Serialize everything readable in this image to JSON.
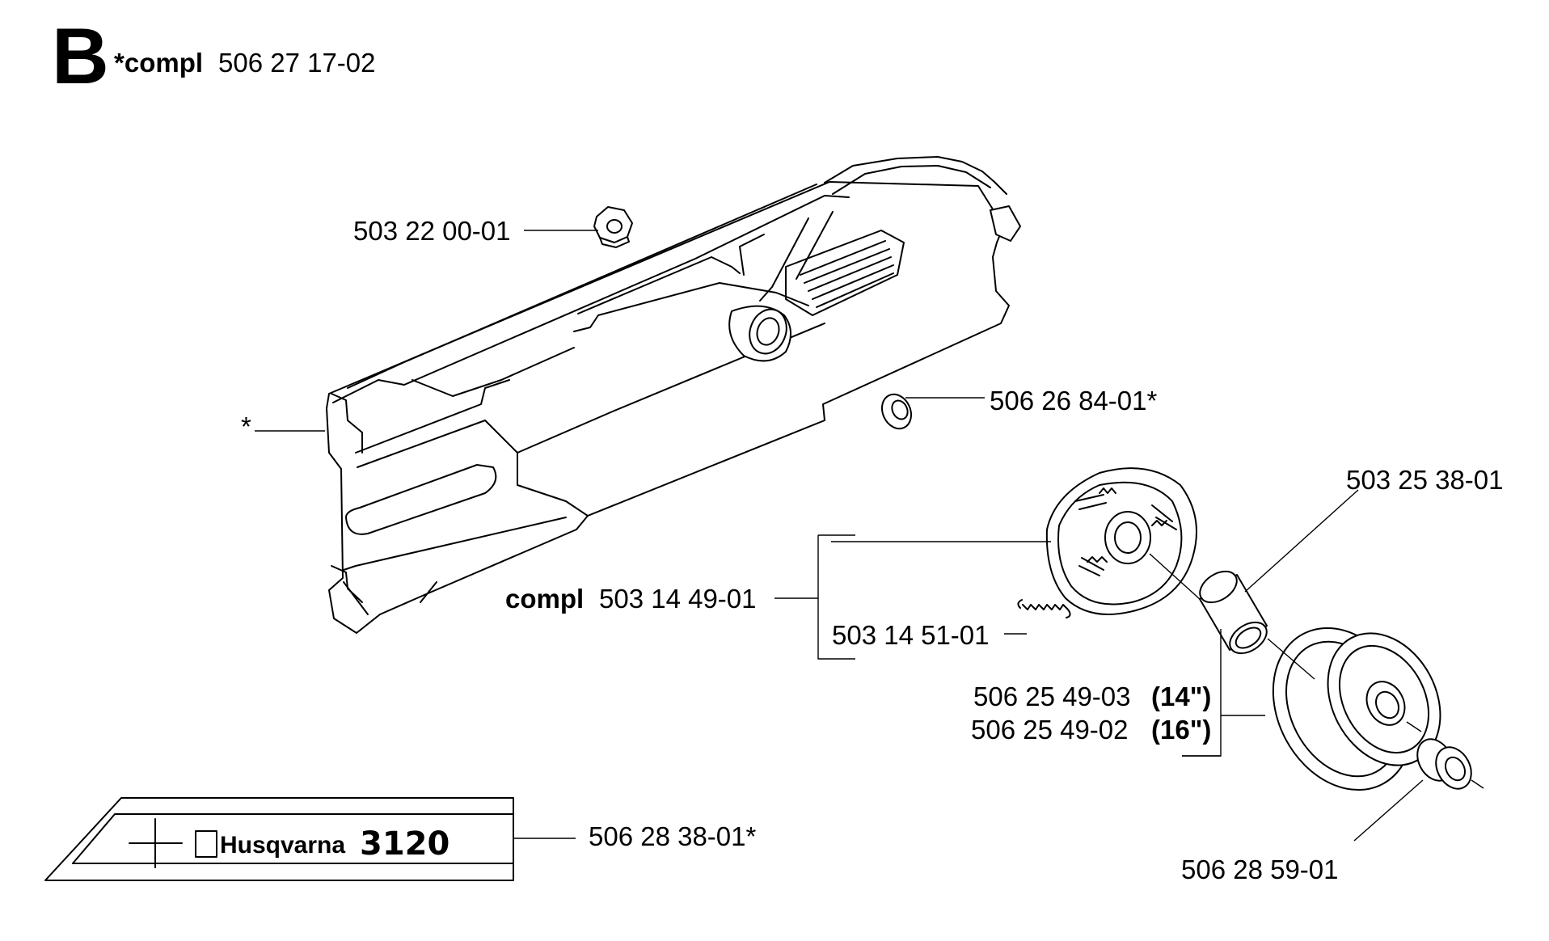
{
  "header": {
    "section_letter": "B",
    "compl_label": "*compl",
    "part_number": "506 27 17-02"
  },
  "callouts": {
    "nut": "503 22 00-01",
    "bushing": "506 26 84-01*",
    "cover_marker": "*",
    "needle_bearing": "503 25 38-01",
    "clutch_compl_label": "compl",
    "clutch_compl_number": "503 14 49-01",
    "spring": "503 14 51-01",
    "drum_14_number": "506 25 49-03",
    "drum_14_size": "(14\")",
    "drum_16_number": "506 25 49-02",
    "drum_16_size": "(16\")",
    "decal": "506 28 38-01*",
    "washer": "506 28 59-01"
  },
  "decal": {
    "brand": "Husqvarna",
    "model": "3120"
  }
}
